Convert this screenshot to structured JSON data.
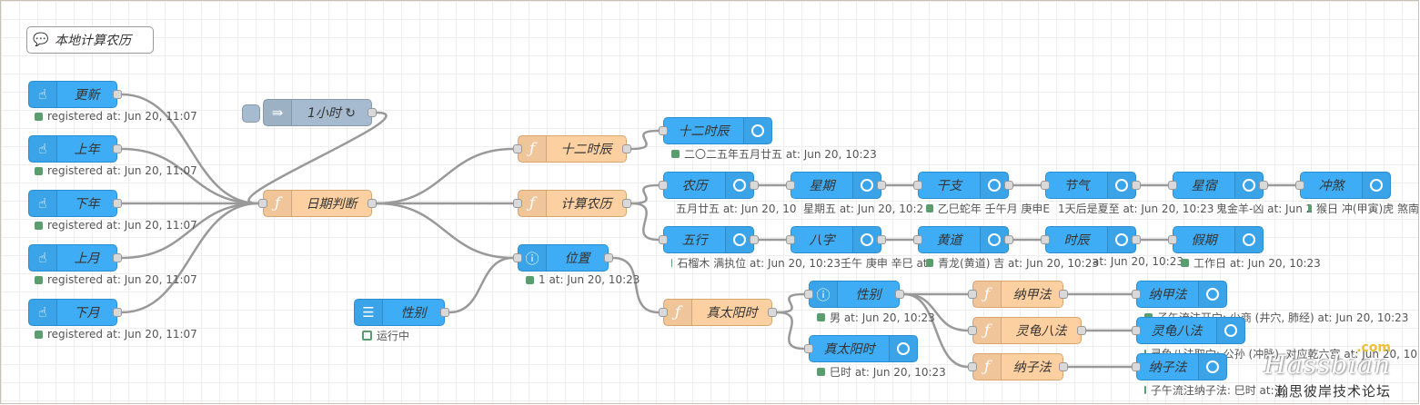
{
  "comment": {
    "label": "本地计算农历",
    "icon": "comment-icon"
  },
  "inject_nodes": [
    {
      "label": "更新",
      "status": "registered at: Jun 20, 11:07"
    },
    {
      "label": "上年",
      "status": "registered at: Jun 20, 11:07"
    },
    {
      "label": "下年",
      "status": "registered at: Jun 20, 11:07"
    },
    {
      "label": "上月",
      "status": "registered at: Jun 20, 11:07"
    },
    {
      "label": "下月",
      "status": "registered at: Jun 20, 11:07"
    }
  ],
  "timer_node": {
    "label": "1小时 ↻"
  },
  "date_judge": {
    "label": "日期判断"
  },
  "twelve_hours_fn": {
    "label": "十二时辰"
  },
  "twelve_hours_out": {
    "label": "十二时辰",
    "status": "二〇二五年五月廿五 at: Jun 20, 10:23"
  },
  "calc_lunar_fn": {
    "label": "计算农历"
  },
  "position_node": {
    "label": "位置",
    "status": "1 at: Jun 20, 10:23"
  },
  "gender_inject": {
    "label": "性别",
    "status": "运行中"
  },
  "true_solar_fn": {
    "label": "真太阳时"
  },
  "row1": [
    {
      "label": "农历",
      "status": "五月廿五 at: Jun 20, 10"
    },
    {
      "label": "星期",
      "status": "星期五 at: Jun 20, 10:2"
    },
    {
      "label": "干支",
      "status": "乙巳蛇年 壬午月 庚申E"
    },
    {
      "label": "节气",
      "status": "1天后是夏至 at: Jun 20, 10:23"
    },
    {
      "label": "星宿",
      "status": "鬼金羊-凶 at: Jun 2"
    },
    {
      "label": "冲煞",
      "status": "猴日 冲(甲寅)虎 煞南"
    }
  ],
  "row2": [
    {
      "label": "五行",
      "status": "石榴木 满执位 at: Jun 20, 10:23"
    },
    {
      "label": "八字",
      "status": "壬午 庚申 辛巳 at:"
    },
    {
      "label": "黄道",
      "status": "青龙(黄道) 吉 at: Jun 20, 10:23"
    },
    {
      "label": "时辰",
      "status": "at: Jun 20, 10:23"
    },
    {
      "label": "假期",
      "status": "工作日 at: Jun 20, 10:23"
    }
  ],
  "gender_debug": {
    "label": "性别",
    "status": "男 at: Jun 20, 10:23"
  },
  "true_solar_out": {
    "label": "真太阳时",
    "status": "巳时 at: Jun 20, 10:23"
  },
  "najia_fn": {
    "label": "纳甲法"
  },
  "najia_out": {
    "label": "纳甲法",
    "status": "子午流注开穴: 少商 (井穴, 肺经) at: Jun 20, 10:23"
  },
  "linggui_fn": {
    "label": "灵龟八法"
  },
  "linggui_out": {
    "label": "灵龟八法",
    "status": "灵龟八法取穴: 公孙 (冲脉), 对应乾六宫 at: Jun 20, 10"
  },
  "nazi_fn": {
    "label": "纳子法"
  },
  "nazi_out": {
    "label": "纳子法",
    "status": "子午流注纳子法: 巳时 at: J"
  },
  "watermark": {
    "line0": ".com",
    "line1": "Hassbian",
    "line2": "瀚思彼岸技术论坛"
  },
  "colors": {
    "function": "#fdd0a2",
    "debug": "#3fadf5",
    "inject": "#3fadf5",
    "timer": "#a6bbcf",
    "status_ok": "#5a9e6f",
    "wire": "#999999"
  }
}
